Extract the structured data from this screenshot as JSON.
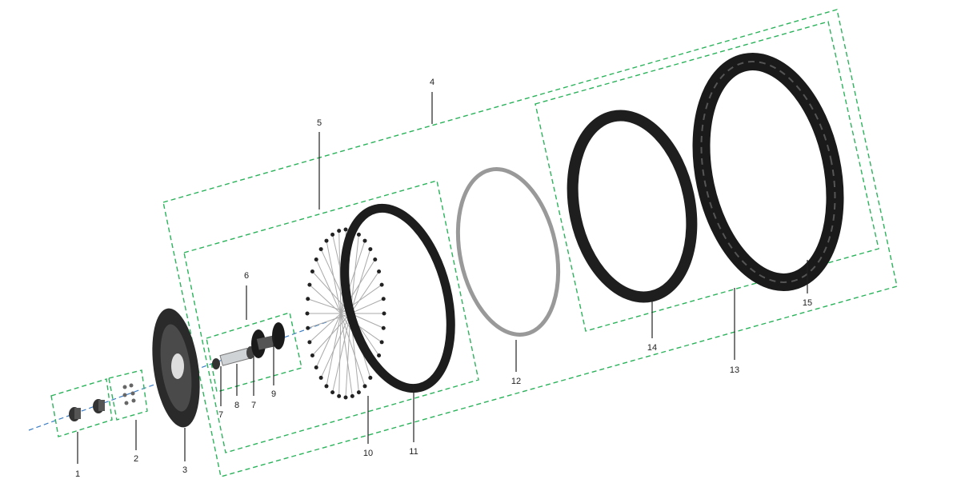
{
  "diagram": {
    "type": "exploded-parts-view",
    "callouts": [
      {
        "id": "c1",
        "label": "1"
      },
      {
        "id": "c2",
        "label": "2"
      },
      {
        "id": "c3",
        "label": "3"
      },
      {
        "id": "c4",
        "label": "4"
      },
      {
        "id": "c5",
        "label": "5"
      },
      {
        "id": "c6",
        "label": "6"
      },
      {
        "id": "c7a",
        "label": "7"
      },
      {
        "id": "c8",
        "label": "8"
      },
      {
        "id": "c7b",
        "label": "7"
      },
      {
        "id": "c9",
        "label": "9"
      },
      {
        "id": "c10",
        "label": "10"
      },
      {
        "id": "c11",
        "label": "11"
      },
      {
        "id": "c12",
        "label": "12"
      },
      {
        "id": "c13",
        "label": "13"
      },
      {
        "id": "c14",
        "label": "14"
      },
      {
        "id": "c15",
        "label": "15"
      }
    ],
    "colors": {
      "group_box": "#2bb35b",
      "axis_line": "#3a7cc4",
      "parts": "#1a1a1a",
      "leader": "#222222"
    }
  }
}
